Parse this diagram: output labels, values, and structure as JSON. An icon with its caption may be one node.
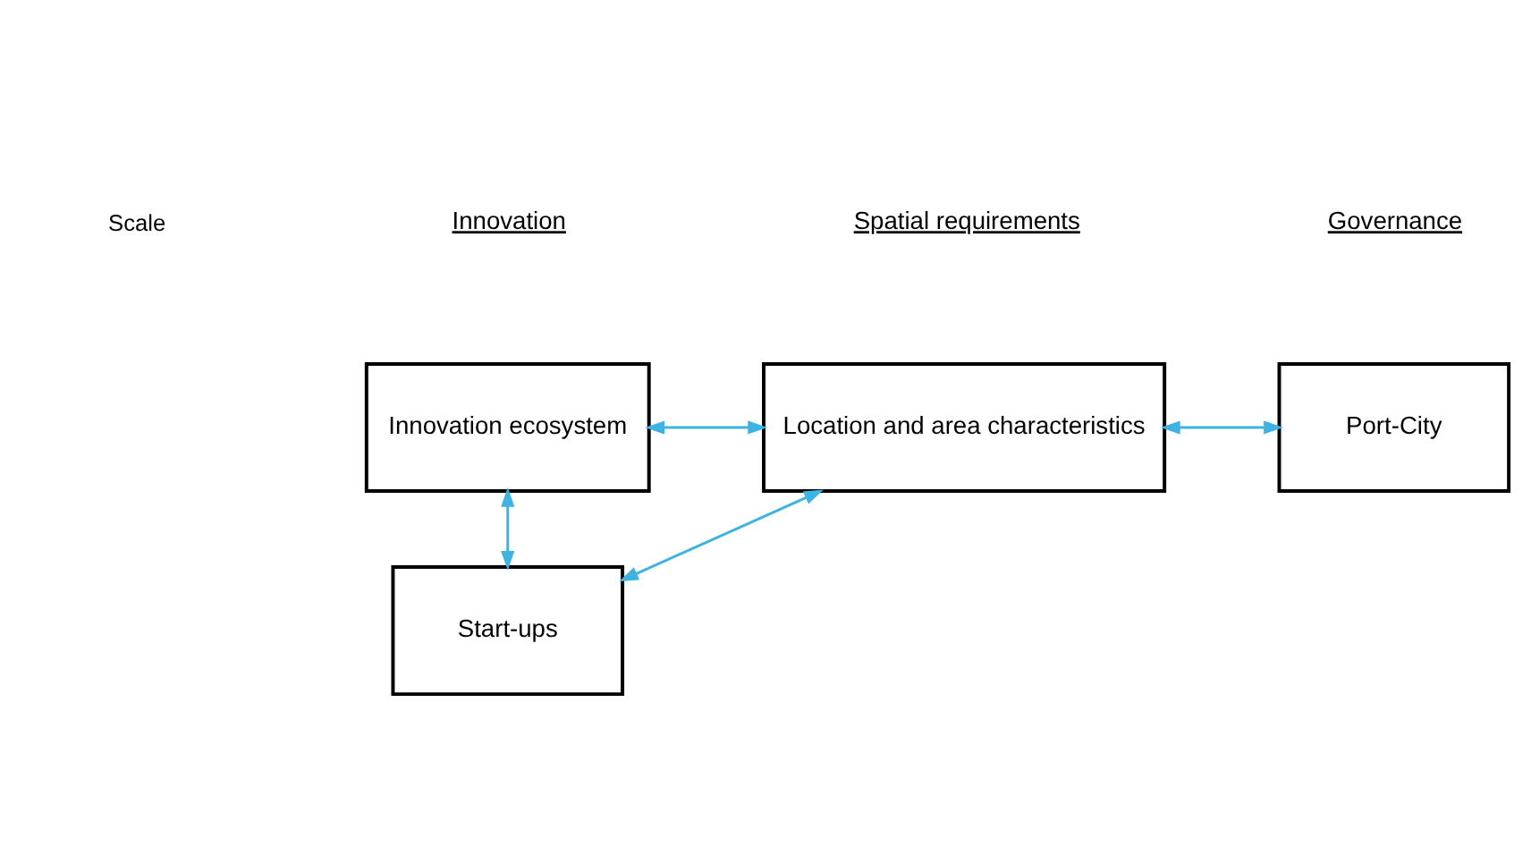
{
  "diagram": {
    "nodes": [
      {
        "text": [
          "Start-ups"
        ]
      },
      {
        "text": [
          "Location and area characteristics"
        ]
      },
      {
        "text": [
          "Port-City"
        ]
      },
      {
        "text": [
          "Innovation ecosystem"
        ]
      }
    ],
    "edges": [
      {
        "from": 0,
        "to": 1,
        "arrow": "both"
      },
      {
        "from": 0,
        "to": 3,
        "arrow": "both"
      },
      {
        "from": 3,
        "to": 1,
        "arrow": "both"
      },
      {
        "from": 1,
        "to": 2,
        "arrow": "both"
      }
    ],
    "labels": [
      "Innovation",
      "Spatial requirements",
      "Governance",
      "Scale"
    ]
  }
}
